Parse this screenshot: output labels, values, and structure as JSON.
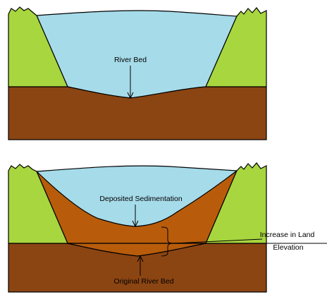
{
  "panels": {
    "top": {
      "label_river_bed": "River Bed"
    },
    "bottom": {
      "label_deposited": "Deposited Sedimentation",
      "label_original": "Original River Bed",
      "label_increase_line1": "Increase in Land",
      "label_increase_line2": "Elevation"
    }
  },
  "colors": {
    "water": "#a6dbe9",
    "soil": "#8b4513",
    "sediment": "#b85c0b",
    "grass": "#a8d63f",
    "outline": "#000000"
  }
}
